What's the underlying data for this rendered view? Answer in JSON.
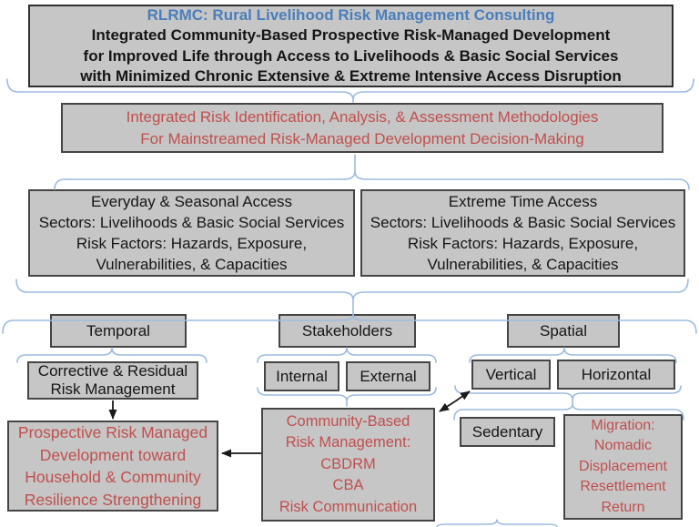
{
  "colors": {
    "box_fill": "#c6c6c6",
    "box_border": "#454545",
    "title_blue": "#4a7ebc",
    "accent_red": "#c0504d",
    "brace_blue": "#9dbbe0",
    "arrow_black": "#1a1a1a"
  },
  "top_box": {
    "title": "RLRMC: Rural Livelihood Risk Management Consulting",
    "lines": [
      "Integrated Community-Based Prospective Risk-Managed Development",
      "for Improved Life through Access to Livelihoods & Basic Social Services",
      "with Minimized Chronic Extensive & Extreme Intensive Access Disruption"
    ]
  },
  "methodology_box": {
    "lines": [
      "Integrated Risk Identification, Analysis, & Assessment Methodologies",
      "For Mainstreamed Risk-Managed Development Decision-Making"
    ]
  },
  "everyday_box": {
    "lines": [
      "Everyday & Seasonal Access",
      "Sectors: Livelihoods & Basic Social Services",
      "Risk Factors: Hazards, Exposure,",
      "Vulnerabilities, & Capacities"
    ]
  },
  "extreme_box": {
    "lines": [
      "Extreme Time Access",
      "Sectors: Livelihoods & Basic Social Services",
      "Risk Factors: Hazards, Exposure,",
      "Vulnerabilities, & Capacities"
    ]
  },
  "temporal": {
    "header": "Temporal",
    "corrective_lines": [
      "Corrective & Residual",
      "Risk Management"
    ],
    "prospective_lines": [
      "Prospective Risk Managed",
      "Development toward",
      "Household & Community",
      "Resilience Strengthening"
    ]
  },
  "stakeholders": {
    "header": "Stakeholders",
    "internal": "Internal",
    "external": "External",
    "community_lines": [
      "Community-Based",
      "Risk Management:",
      "CBDRM",
      "CBA",
      "Risk Communication"
    ]
  },
  "spatial": {
    "header": "Spatial",
    "vertical": "Vertical",
    "horizontal": "Horizontal",
    "sedentary": "Sedentary",
    "migration_lines": [
      "Migration:",
      "Nomadic",
      "Displacement",
      "Resettlement",
      "Return"
    ]
  }
}
